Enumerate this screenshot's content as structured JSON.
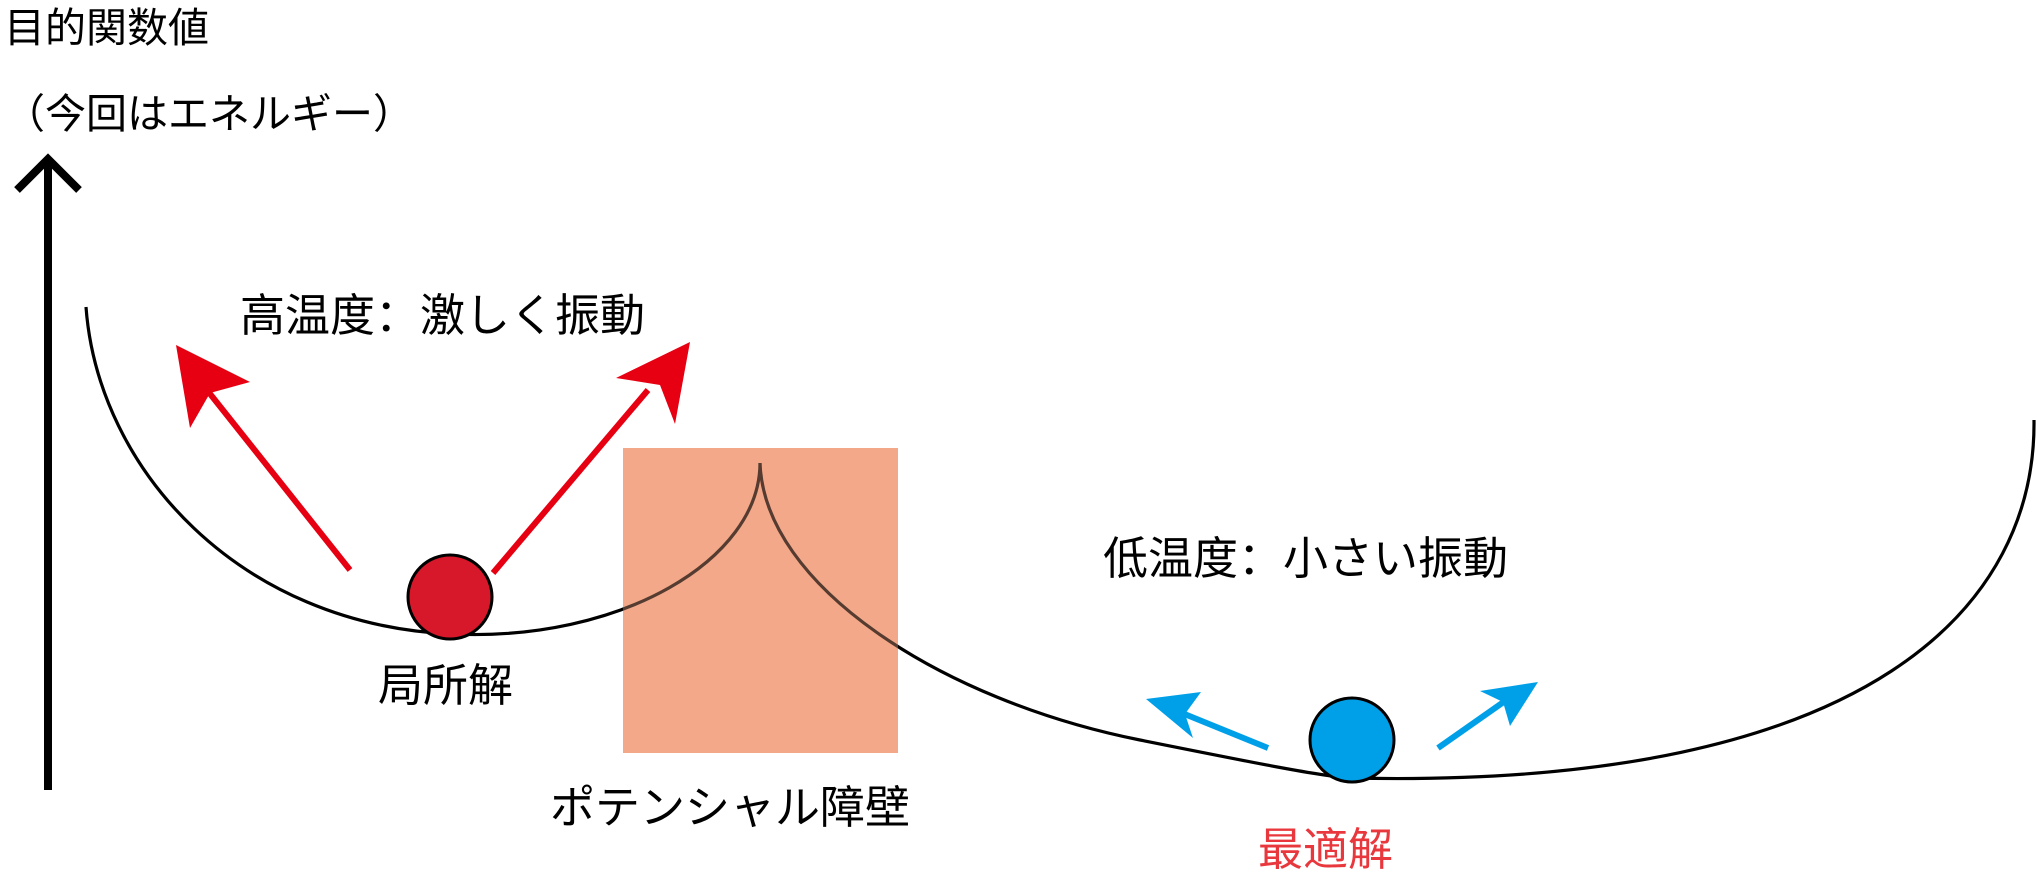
{
  "axis": {
    "title_line1": "目的関数値",
    "title_line2": "（今回はエネルギー）"
  },
  "labels": {
    "high_temperature": "高温度：激しく振動",
    "low_temperature": "低温度：小さい振動",
    "local_solution": "局所解",
    "potential_barrier": "ポテンシャル障壁",
    "optimal_solution": "最適解"
  },
  "colors": {
    "curve": "#000000",
    "high_temp_ball": "#d7182a",
    "high_temp_arrow": "#e60012",
    "low_temp_ball": "#00a0e9",
    "low_temp_arrow": "#00a0e9",
    "barrier": "#f3a889",
    "optimal_label": "#e8383d"
  }
}
